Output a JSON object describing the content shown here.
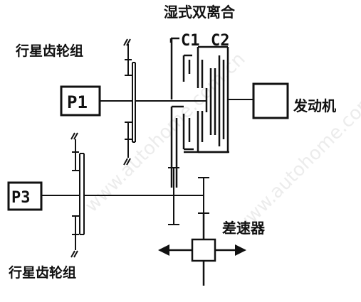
{
  "labels": {
    "wet_dual_clutch": "湿式双离合",
    "clutch_c1": "C1",
    "clutch_c2": "C2",
    "planetary_top": "行星齿轮组",
    "planetary_bottom": "行星齿轮组",
    "motor_p1": "P1",
    "motor_p3": "P3",
    "engine": "发动机",
    "differential": "差速器"
  },
  "watermark": {
    "text_1": "www.autohome.com.cn",
    "text_2": "www.autohome.com.cn"
  },
  "colors": {
    "line": "#111111",
    "background": "#ffffff",
    "watermark": "#c9c9c9"
  }
}
